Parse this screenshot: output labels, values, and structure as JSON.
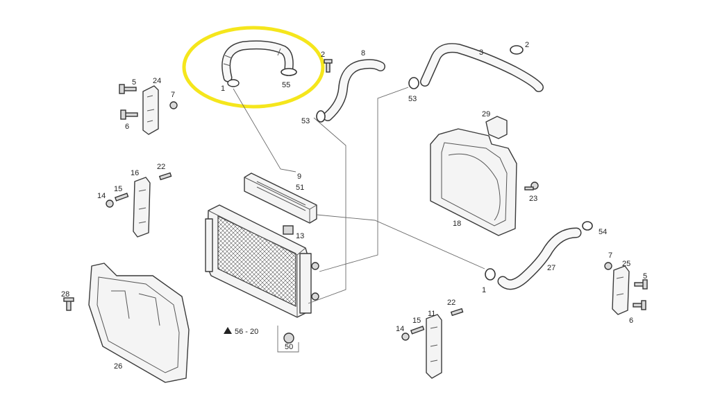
{
  "labels": {
    "l1a": "1",
    "l55": "55",
    "l2a": "2",
    "l8": "8",
    "l53a": "53",
    "l3": "3",
    "l2b": "2",
    "l53b": "53",
    "l5a": "5",
    "l24": "24",
    "l7a": "7",
    "l6a": "6",
    "l29": "29",
    "l16": "16",
    "l22a": "22",
    "l14a": "14",
    "l15a": "15",
    "l9": "9",
    "l51": "51",
    "l23": "23",
    "l18": "18",
    "l13": "13",
    "l54": "54",
    "l27": "27",
    "l1b": "1",
    "l7b": "7",
    "l25": "25",
    "l5b": "5",
    "l6b": "6",
    "l26": "26",
    "l28": "28",
    "l5620": "56 - 20",
    "l50": "50",
    "l11": "11",
    "l22b": "22",
    "l15b": "15",
    "l14b": "14"
  },
  "highlight": {
    "color": "#f5e61c"
  }
}
